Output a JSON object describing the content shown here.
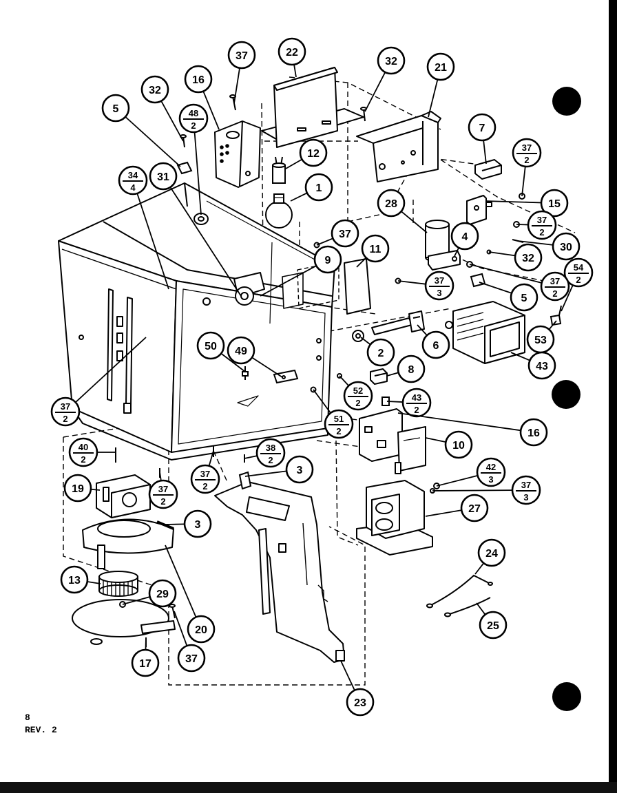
{
  "diagram": {
    "callouts": [
      {
        "label": "37"
      },
      {
        "label": "22"
      },
      {
        "label": "32"
      },
      {
        "label": "21"
      },
      {
        "label": "16"
      },
      {
        "label": "32"
      },
      {
        "label": "5"
      },
      {
        "top": "48",
        "bottom": "2"
      },
      {
        "label": "12"
      },
      {
        "label": "7"
      },
      {
        "top": "37",
        "bottom": "2"
      },
      {
        "label": "15"
      },
      {
        "label": "1"
      },
      {
        "top": "34",
        "bottom": "4"
      },
      {
        "label": "31"
      },
      {
        "label": "28"
      },
      {
        "top": "37",
        "bottom": "2"
      },
      {
        "label": "30"
      },
      {
        "label": "4"
      },
      {
        "label": "37"
      },
      {
        "label": "11"
      },
      {
        "label": "9"
      },
      {
        "label": "32"
      },
      {
        "top": "54",
        "bottom": "2"
      },
      {
        "top": "37",
        "bottom": "3"
      },
      {
        "label": "5"
      },
      {
        "top": "37",
        "bottom": "2"
      },
      {
        "label": "53"
      },
      {
        "label": "6"
      },
      {
        "label": "2"
      },
      {
        "label": "43"
      },
      {
        "label": "50"
      },
      {
        "label": "49"
      },
      {
        "label": "8"
      },
      {
        "top": "52",
        "bottom": "2"
      },
      {
        "top": "43",
        "bottom": "2"
      },
      {
        "top": "37",
        "bottom": "2"
      },
      {
        "top": "51",
        "bottom": "2"
      },
      {
        "label": "16"
      },
      {
        "label": "10"
      },
      {
        "top": "40",
        "bottom": "2"
      },
      {
        "top": "38",
        "bottom": "2"
      },
      {
        "label": "3"
      },
      {
        "top": "37",
        "bottom": "2"
      },
      {
        "top": "42",
        "bottom": "3"
      },
      {
        "top": "37",
        "bottom": "3"
      },
      {
        "label": "19"
      },
      {
        "top": "37",
        "bottom": "2"
      },
      {
        "label": "27"
      },
      {
        "label": "3"
      },
      {
        "label": "24"
      },
      {
        "label": "13"
      },
      {
        "label": "29"
      },
      {
        "label": "25"
      },
      {
        "label": "20"
      },
      {
        "label": "17"
      },
      {
        "label": "37"
      },
      {
        "label": "23"
      }
    ]
  },
  "footer": {
    "page_number": "8",
    "revision": "REV. 2"
  }
}
